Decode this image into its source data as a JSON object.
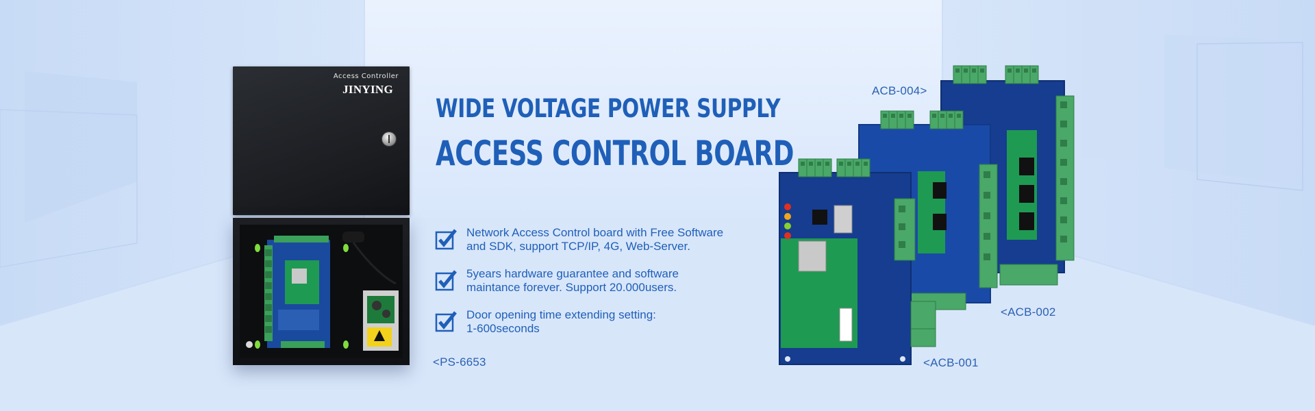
{
  "enclosure": {
    "small_text": "Access Controller",
    "brand": "JINYING"
  },
  "headline": {
    "line1": "WIDE VOLTAGE POWER SUPPLY",
    "line2": "ACCESS CONTROL BOARD"
  },
  "features": [
    {
      "line1": "Network Access Control board with Free Software",
      "line2": "and SDK, support TCP/IP, 4G, Web-Server."
    },
    {
      "line1": "5years hardware guarantee and software",
      "line2": "maintance forever. Support 20.000users."
    },
    {
      "line1": "Door opening time extending setting:",
      "line2": "1-600seconds"
    }
  ],
  "labels": {
    "ps": "<PS-6653",
    "acb004": "ACB-004>",
    "acb002": "<ACB-002",
    "acb001": "<ACB-001"
  },
  "colors": {
    "accent": "#1f5fb8",
    "background": "#dce9fb",
    "board_blue": "#163d8f",
    "pcb_green": "#1f9a52",
    "terminal_green": "#4aa868"
  },
  "icons": [
    "checkbox-check-icon",
    "keyhole-lock-icon"
  ]
}
